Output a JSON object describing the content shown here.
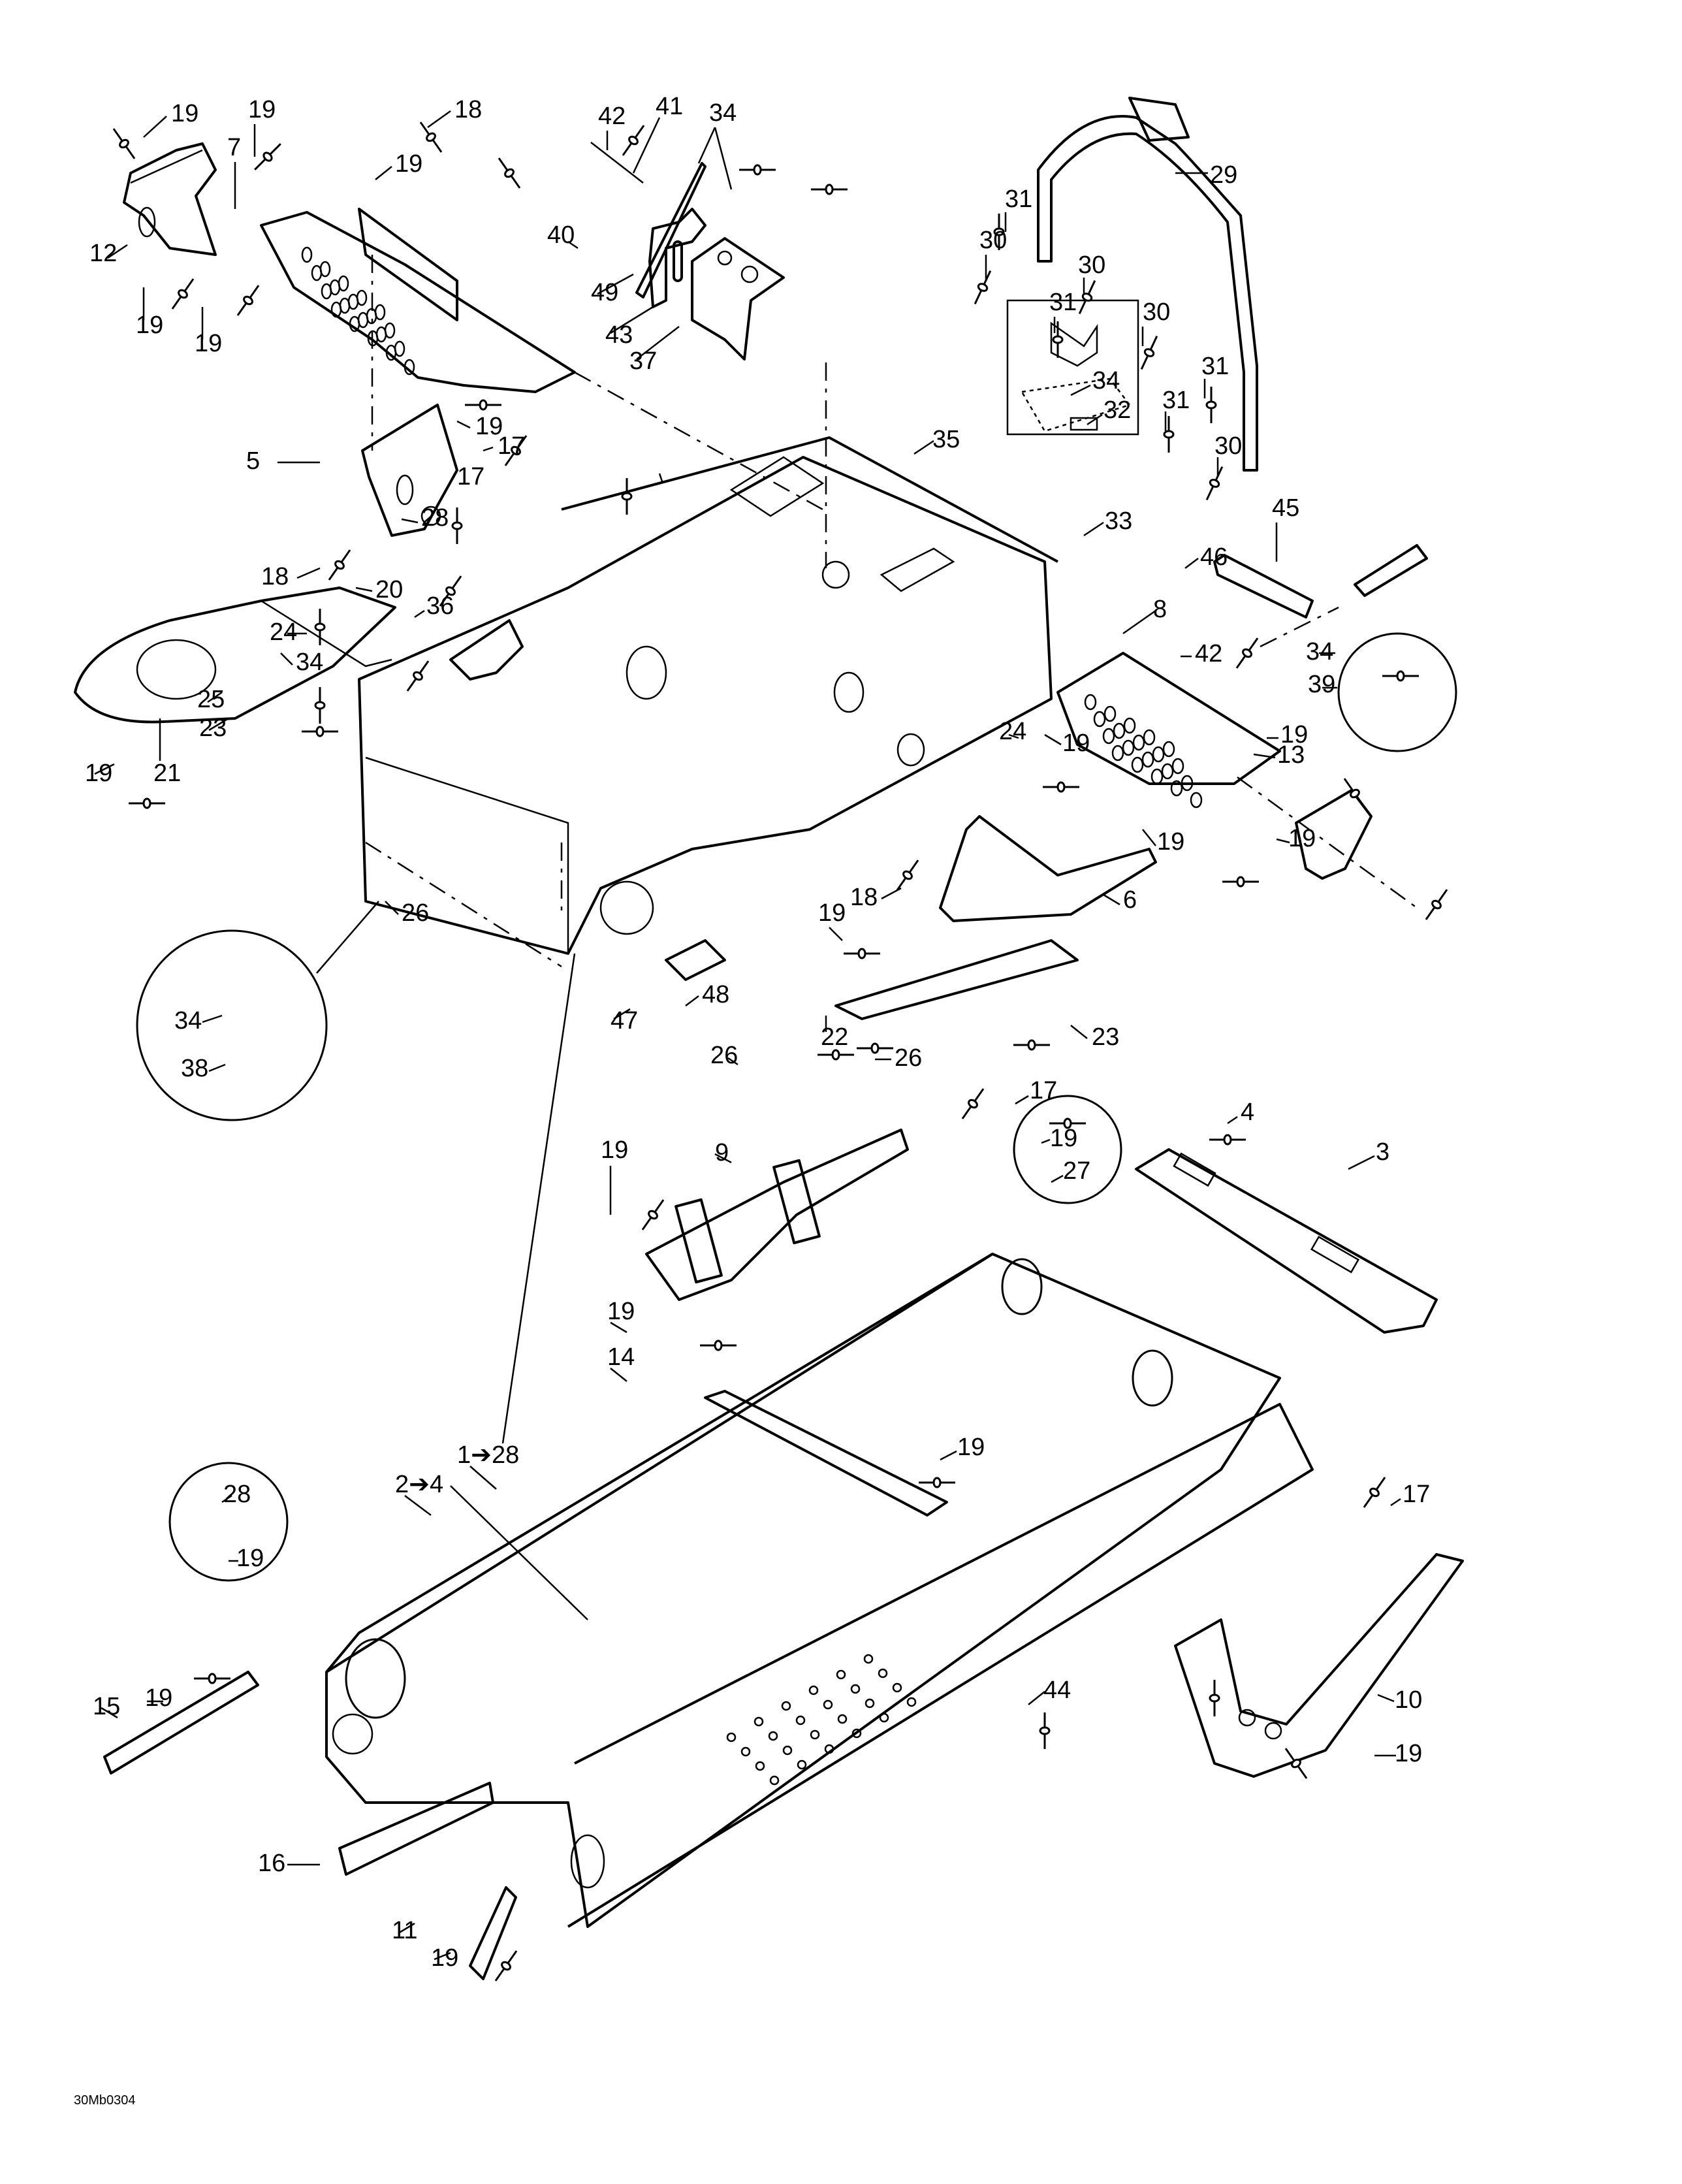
{
  "diagram": {
    "title": "Frame exploded view",
    "reference_code": "30Mb0304",
    "ink_color": "#000000",
    "paper_color": "#ffffff"
  },
  "callouts": [
    {
      "id": "c1",
      "label": "19"
    },
    {
      "id": "c2",
      "label": "19"
    },
    {
      "id": "c3",
      "label": "18"
    },
    {
      "id": "c4",
      "label": "7"
    },
    {
      "id": "c5",
      "label": "19"
    },
    {
      "id": "c6",
      "label": "12"
    },
    {
      "id": "c7",
      "label": "19"
    },
    {
      "id": "c8",
      "label": "19"
    },
    {
      "id": "c9",
      "label": "42"
    },
    {
      "id": "c10",
      "label": "41"
    },
    {
      "id": "c11",
      "label": "34"
    },
    {
      "id": "c12",
      "label": "40"
    },
    {
      "id": "c13",
      "label": "49"
    },
    {
      "id": "c14",
      "label": "43"
    },
    {
      "id": "c15",
      "label": "37"
    },
    {
      "id": "c16",
      "label": "29"
    },
    {
      "id": "c17",
      "label": "31"
    },
    {
      "id": "c18",
      "label": "30"
    },
    {
      "id": "c19",
      "label": "30"
    },
    {
      "id": "c20",
      "label": "31"
    },
    {
      "id": "c21",
      "label": "30"
    },
    {
      "id": "c22",
      "label": "31"
    },
    {
      "id": "c23",
      "label": "31"
    },
    {
      "id": "c24",
      "label": "30"
    },
    {
      "id": "c25",
      "label": "34"
    },
    {
      "id": "c26",
      "label": "32"
    },
    {
      "id": "c27",
      "label": "33"
    },
    {
      "id": "c28",
      "label": "45"
    },
    {
      "id": "c29",
      "label": "46"
    },
    {
      "id": "c30",
      "label": "19"
    },
    {
      "id": "c31",
      "label": "5"
    },
    {
      "id": "c32",
      "label": "17"
    },
    {
      "id": "c33",
      "label": "17"
    },
    {
      "id": "c34",
      "label": "28"
    },
    {
      "id": "c35",
      "label": "35"
    },
    {
      "id": "c36",
      "label": "18"
    },
    {
      "id": "c37",
      "label": "20"
    },
    {
      "id": "c38",
      "label": "24"
    },
    {
      "id": "c39",
      "label": "36"
    },
    {
      "id": "c40",
      "label": "34"
    },
    {
      "id": "c41",
      "label": "25"
    },
    {
      "id": "c42",
      "label": "23"
    },
    {
      "id": "c43",
      "label": "19"
    },
    {
      "id": "c44",
      "label": "21"
    },
    {
      "id": "c45",
      "label": "8"
    },
    {
      "id": "c46",
      "label": "42"
    },
    {
      "id": "c47",
      "label": "34"
    },
    {
      "id": "c48",
      "label": "39"
    },
    {
      "id": "c49",
      "label": "24"
    },
    {
      "id": "c50",
      "label": "19"
    },
    {
      "id": "c51",
      "label": "19"
    },
    {
      "id": "c52",
      "label": "13"
    },
    {
      "id": "c53",
      "label": "18"
    },
    {
      "id": "c54",
      "label": "19"
    },
    {
      "id": "c55",
      "label": "19"
    },
    {
      "id": "c56",
      "label": "6"
    },
    {
      "id": "c57",
      "label": "19"
    },
    {
      "id": "c58",
      "label": "26"
    },
    {
      "id": "c59",
      "label": "34"
    },
    {
      "id": "c60",
      "label": "38"
    },
    {
      "id": "c61",
      "label": "47"
    },
    {
      "id": "c62",
      "label": "48"
    },
    {
      "id": "c63",
      "label": "22"
    },
    {
      "id": "c64",
      "label": "23"
    },
    {
      "id": "c65",
      "label": "26"
    },
    {
      "id": "c66",
      "label": "26"
    },
    {
      "id": "c67",
      "label": "17"
    },
    {
      "id": "c68",
      "label": "19"
    },
    {
      "id": "c69",
      "label": "9"
    },
    {
      "id": "c70",
      "label": "19"
    },
    {
      "id": "c71",
      "label": "27"
    },
    {
      "id": "c72",
      "label": "4"
    },
    {
      "id": "c73",
      "label": "3"
    },
    {
      "id": "c74",
      "label": "19"
    },
    {
      "id": "c75",
      "label": "14"
    },
    {
      "id": "c76",
      "label": "1➔28"
    },
    {
      "id": "c77",
      "label": "19"
    },
    {
      "id": "c78",
      "label": "2➔4"
    },
    {
      "id": "c79",
      "label": "28"
    },
    {
      "id": "c80",
      "label": "19"
    },
    {
      "id": "c81",
      "label": "17"
    },
    {
      "id": "c82",
      "label": "19"
    },
    {
      "id": "c83",
      "label": "44"
    },
    {
      "id": "c84",
      "label": "10"
    },
    {
      "id": "c85",
      "label": "15"
    },
    {
      "id": "c86",
      "label": "19"
    },
    {
      "id": "c87",
      "label": "16"
    },
    {
      "id": "c88",
      "label": "11"
    },
    {
      "id": "c89",
      "label": "19"
    }
  ]
}
